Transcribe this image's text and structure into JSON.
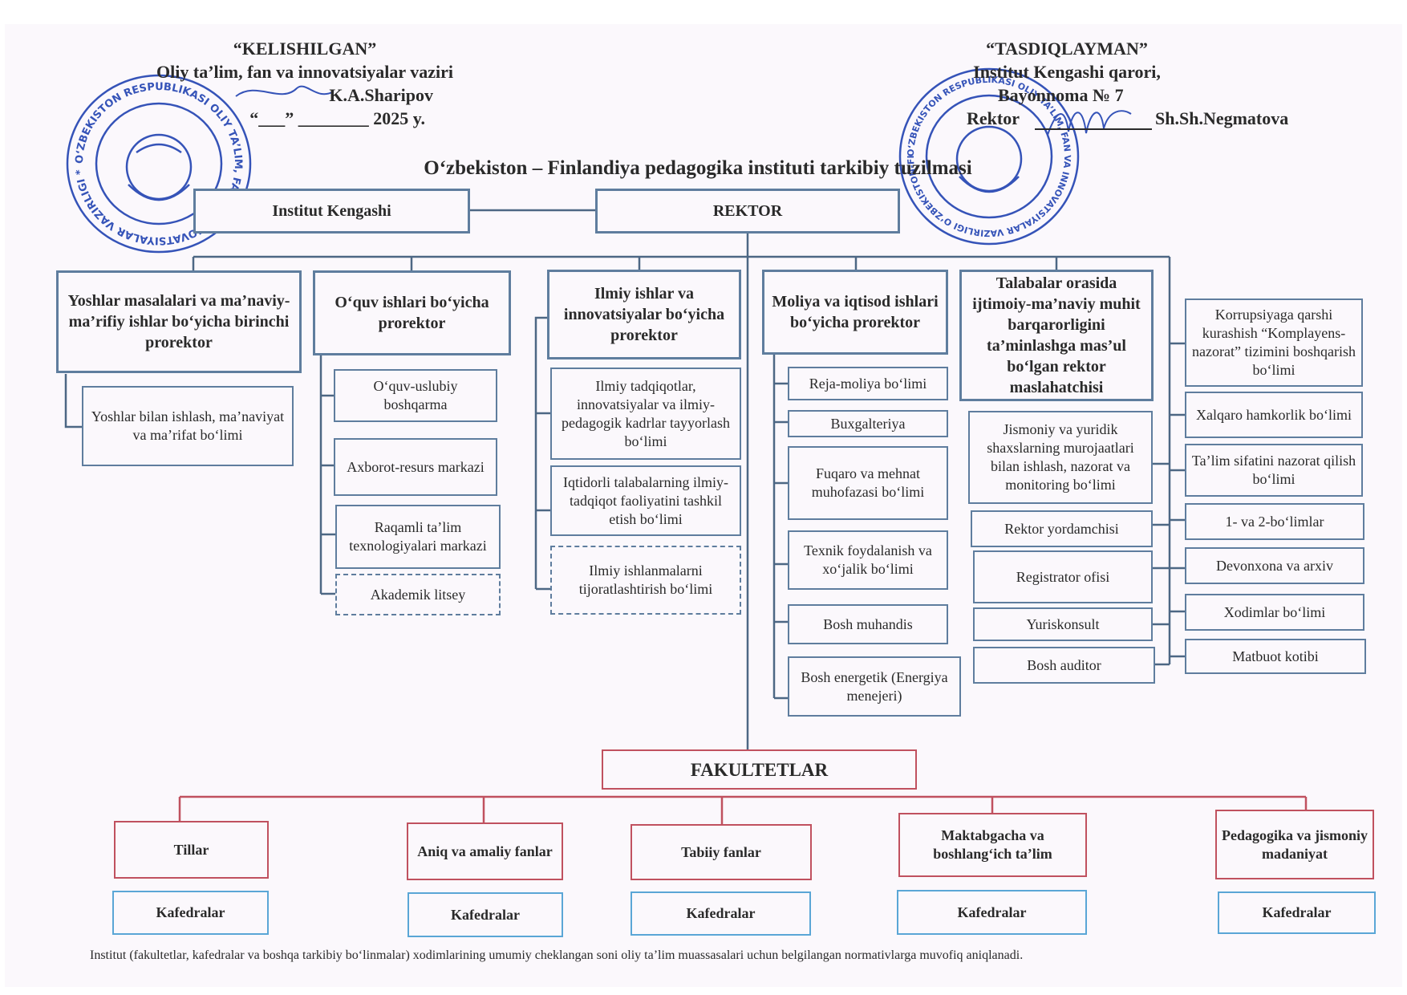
{
  "header_left": {
    "heading": "“KELISHILGAN”",
    "line1": "Oliy ta’lim, fan va innovatsiyalar vaziri",
    "line2": "K.A.Sharipov",
    "line3": "“___” ________ 2025 y."
  },
  "header_right": {
    "heading": "“TASDIQLAYMAN”",
    "line1": "Institut Kengashi qarori,",
    "line2": "Bayonnoma № 7",
    "line3_prefix": "Rektor",
    "line3_name": "Sh.Sh.Negmatova"
  },
  "seal_left": {
    "ring_text": "O‘ZBEKISTON RESPUBLIKASI OLIY TA’LIM, FAN VA INNOVATSIYALAR VAZIRLIGI *"
  },
  "seal_right": {
    "ring_text": "O‘ZBEKISTON RESPUBLIKASI OLIY TA’LIM, FAN VA INNOVATSIYALAR VAZIRLIGI O‘ZBEKISTON-FINLANDIYA PEDAGOGIKA INSTITUTI *"
  },
  "title": "O‘zbekiston – Finlandiya pedagogika instituti tarkibiy tuzilmasi",
  "top": {
    "kengash": "Institut Kengashi",
    "rektor": "REKTOR"
  },
  "col1": {
    "head": "Yoshlar masalalari va ma’naviy-ma’rifiy ishlar bo‘yicha birinchi prorektor",
    "items": [
      "Yoshlar bilan ishlash, ma’naviyat va ma’rifat bo‘limi"
    ]
  },
  "col2": {
    "head": "O‘quv ishlari bo‘yicha prorektor",
    "items": [
      "O‘quv-uslubiy boshqarma",
      "Axborot-resurs markazi",
      "Raqamli ta’lim texnologiyalari markazi",
      "Akademik litsey"
    ]
  },
  "col3": {
    "head": "Ilmiy ishlar va innovatsiyalar bo‘yicha prorektor",
    "items": [
      "Ilmiy tadqiqotlar, innovatsiyalar va ilmiy-pedagogik kadrlar tayyorlash bo‘limi",
      "Iqtidorli talabalarning ilmiy-tadqiqot faoliyatini tashkil etish bo‘limi",
      "Ilmiy ishlanmalarni tijoratlashtirish bo‘limi"
    ]
  },
  "col4": {
    "head": "Moliya va iqtisod ishlari bo‘yicha prorektor",
    "items": [
      "Reja-moliya bo‘limi",
      "Buxgalteriya",
      "Fuqaro va mehnat muhofazasi bo‘limi",
      "Texnik foydalanish va xo‘jalik bo‘limi",
      "Bosh muhandis",
      "Bosh energetik (Energiya menejeri)"
    ]
  },
  "col5": {
    "head": "Talabalar orasida ijtimoiy-ma’naviy muhit barqarorligini ta’minlashga mas’ul bo‘lgan rektor maslahatchisi",
    "items": [
      "Jismoniy va yuridik shaxslarning murojaatlari bilan ishlash, nazorat va monitoring bo‘limi",
      "Rektor yordamchisi",
      "Registrator ofisi",
      "Yuriskonsult",
      "Bosh auditor"
    ]
  },
  "col6": {
    "items": [
      "Korrupsiyaga qarshi kurashish “Komplayens-nazorat” tizimini boshqarish bo‘limi",
      "Xalqaro hamkorlik bo‘limi",
      "Ta’lim sifatini nazorat qilish bo‘limi",
      "1- va 2-bo‘limlar",
      "Devonxona va arxiv",
      "Xodimlar bo‘limi",
      "Matbuot kotibi"
    ]
  },
  "fakultetlar": {
    "head": "FAKULTETLAR",
    "items": [
      {
        "name": "Tillar",
        "sub": "Kafedralar"
      },
      {
        "name": "Aniq va amaliy fanlar",
        "sub": "Kafedralar"
      },
      {
        "name": "Tabiiy fanlar",
        "sub": "Kafedralar"
      },
      {
        "name": "Maktabgacha va boshlang‘ich ta’lim",
        "sub": "Kafedralar"
      },
      {
        "name": "Pedagogika va jismoniy madaniyat",
        "sub": "Kafedralar"
      }
    ]
  },
  "footer": "Institut (fakultetlar, kafedralar va boshqa tarkibiy bo‘linmalar) xodimlarining umumiy cheklangan soni oliy ta’lim muassasalari uchun belgilangan normativlarga muvofiq aniqlanadi.",
  "colors": {
    "blue_border": "#5f7d9e",
    "red_border": "#c0515f",
    "cyan_border": "#5aa6d6",
    "seal": "#3553b8",
    "line": "#4d6784"
  }
}
